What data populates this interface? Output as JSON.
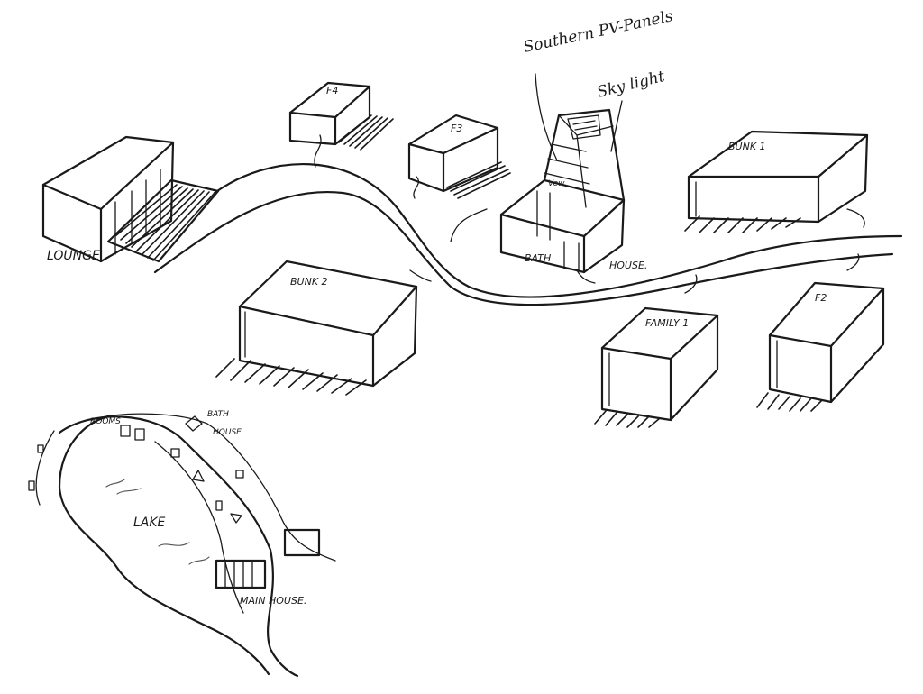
{
  "labels": {
    "lounge": "LOUNGE",
    "f4": "F4",
    "f3": "F3",
    "solar_note": "Southern PV-Panels",
    "skylight_note": "Sky light",
    "bath": "BATH",
    "house": "HOUSE.",
    "bunk1": "BUNK 1",
    "bunk2": "BUNK 2",
    "family1": "FAMILY 1",
    "f2": "F2",
    "rooms": "ROOMS",
    "bath_house": "BATH",
    "bath_house_2": "HOUSE",
    "lake": "LAKE",
    "main_house": "MAIN HOUSE."
  },
  "colors": {
    "ink": "#1a1a1a",
    "paper": "#ffffff"
  }
}
